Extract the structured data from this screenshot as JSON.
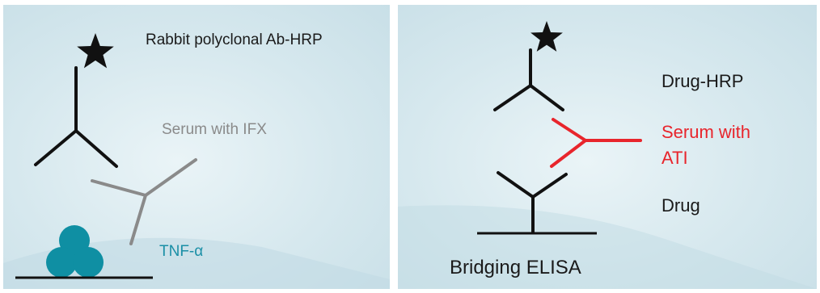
{
  "left_panel": {
    "labels": {
      "rabbit_ab": "Rabbit polyclonal Ab-HRP",
      "serum_ifx": "Serum with IFX",
      "tnf": "TNF-α"
    },
    "colors": {
      "antibody": "#111111",
      "serum": "#8a8a8a",
      "tnf": "#0f8fa3"
    }
  },
  "right_panel": {
    "labels": {
      "drug_hrp": "Drug-HRP",
      "serum_ati_line1": "Serum with",
      "serum_ati_line2": "ATI",
      "drug": "Drug",
      "assay": "Bridging ELISA"
    },
    "colors": {
      "antibody": "#111111",
      "serum_ati": "#e8252c"
    }
  }
}
